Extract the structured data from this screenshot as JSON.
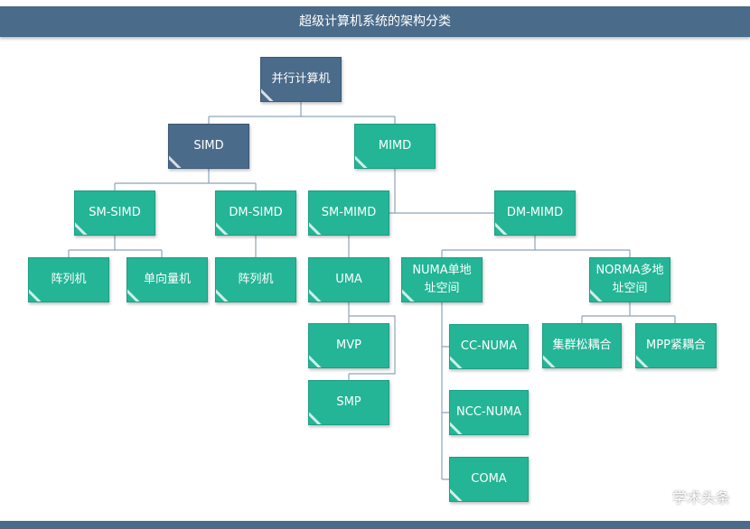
{
  "title": "超级计算机系统的架构分类",
  "nodes": {
    "parallel_computer": "并行计算机",
    "simd": "SIMD",
    "mimd": "MIMD",
    "sm_simd": "SM-SIMD",
    "dm_simd": "DM-SIMD",
    "sm_mimd": "SM-MIMD",
    "dm_mimd": "DM-MIMD",
    "array_machine_1": "阵列机",
    "vector_machine": "单向量机",
    "array_machine_2": "阵列机",
    "uma": "UMA",
    "mvp": "MVP",
    "smp": "SMP",
    "numa": "NUMA单地址空间",
    "norma": "NORMA多地址空间",
    "cc_numa": "CC-NUMA",
    "ncc_numa": "NCC-NUMA",
    "coma": "COMA",
    "cluster": "集群松耦合",
    "mpp": "MPP紧耦合"
  },
  "watermark": {
    "icon": "wechat-icon",
    "text": "学术头条"
  },
  "colors": {
    "header": "#4a6b8a",
    "node_navy": "#4a6b8a",
    "node_teal": "#23b596",
    "connector": "#8fa3b8"
  }
}
